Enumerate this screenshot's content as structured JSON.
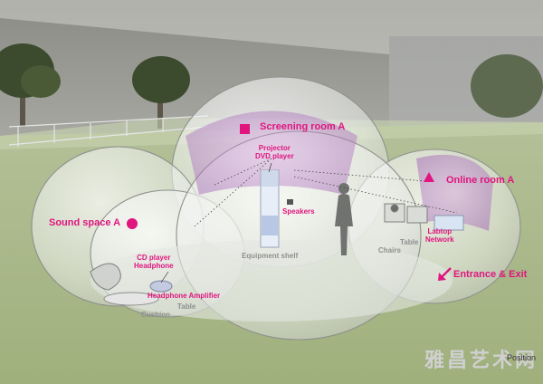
{
  "labels": {
    "screening_room": "Screening room A",
    "projector": "Projector",
    "dvd_player": "DVD player",
    "speakers": "Speakers",
    "online_room": "Online room A",
    "sound_space": "Sound space A",
    "equipment_shelf": "Equipment shelf",
    "chairs": "Chairs",
    "table_right": "Table",
    "labtop": "Labtop",
    "network": "Network",
    "entrance_exit": "Entrance & Exit",
    "cd_player": "CD player",
    "headphone": "Headphone",
    "headphone_amplifier": "Headphone Amplifier",
    "table_left": "Table",
    "cushion": "Cushion"
  },
  "watermark": "雅昌艺术网",
  "position_text": "Position",
  "colors": {
    "accent": "#e0157e",
    "label_gray": "#8f8f8f",
    "ground": "#a9b98a",
    "sky_top": "#8d8d87",
    "bubble_room": "#b889c6"
  },
  "markers": {
    "screening_room": "square-marker",
    "sound_space": "circle-marker",
    "online_room": "triangle-marker",
    "entrance_exit": "arrow-marker"
  }
}
